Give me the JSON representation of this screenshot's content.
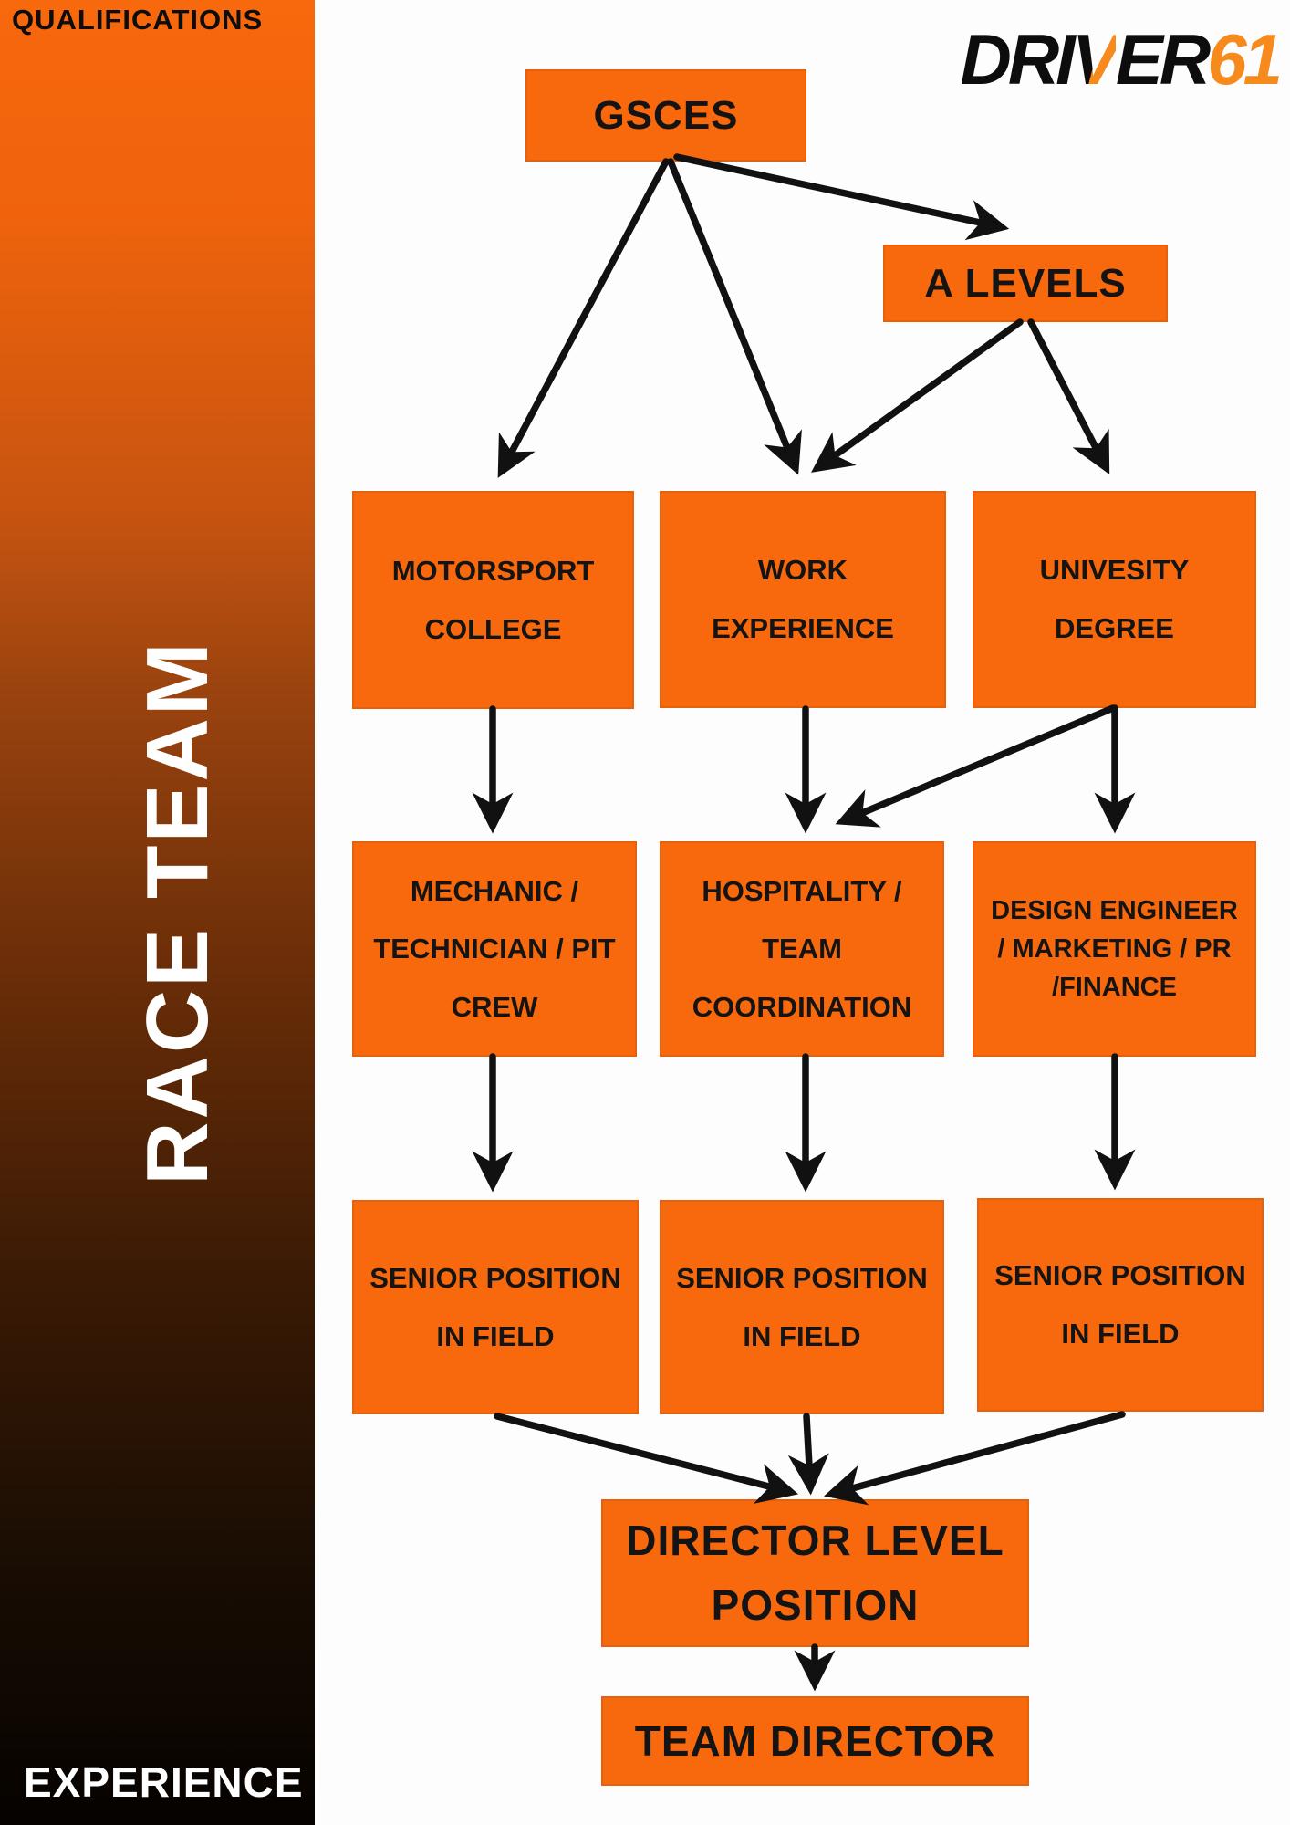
{
  "sidebar": {
    "qualifications_label": "QUALIFICATIONS",
    "vertical_label": "RACE TEAM",
    "experience_label": "EXPERIENCE"
  },
  "logo": {
    "part_dri": "DRI",
    "part_v": "V",
    "part_er": "ER",
    "part_61": "61"
  },
  "colors": {
    "box_orange": "#f8690d",
    "logo_orange": "#f68a1c",
    "arrow_black": "#111111",
    "sidebar_gradient_top": "#f8680d",
    "sidebar_gradient_bottom": "#060200",
    "node_text": "#141414",
    "sidebar_text_white": "#ffffff"
  },
  "flowchart": {
    "nodes": {
      "gsces": {
        "label": "GSCES"
      },
      "a_levels": {
        "label": "A LEVELS"
      },
      "motorsport_college": {
        "label": "MOTORSPORT COLLEGE"
      },
      "work_experience": {
        "label": "WORK EXPERIENCE"
      },
      "univesity_degree": {
        "label": "UNIVESITY DEGREE"
      },
      "mechanic": {
        "label": "MECHANIC / TECHNICIAN / PIT CREW"
      },
      "hospitality": {
        "label": "HOSPITALITY / TEAM COORDINATION"
      },
      "design": {
        "label": "DESIGN ENGINEER / MARKETING / PR /FINANCE"
      },
      "senior_1": {
        "label": "SENIOR POSITION IN FIELD"
      },
      "senior_2": {
        "label": "SENIOR POSITION IN FIELD"
      },
      "senior_3": {
        "label": "SENIOR POSITION IN FIELD"
      },
      "director_level": {
        "label": "DIRECTOR LEVEL POSITION"
      },
      "team_director": {
        "label": "TEAM DIRECTOR"
      }
    },
    "edges": [
      {
        "from": "gsces",
        "to": "motorsport_college"
      },
      {
        "from": "gsces",
        "to": "work_experience"
      },
      {
        "from": "gsces",
        "to": "a_levels"
      },
      {
        "from": "a_levels",
        "to": "work_experience"
      },
      {
        "from": "a_levels",
        "to": "univesity_degree"
      },
      {
        "from": "motorsport_college",
        "to": "mechanic"
      },
      {
        "from": "work_experience",
        "to": "hospitality"
      },
      {
        "from": "univesity_degree",
        "to": "hospitality"
      },
      {
        "from": "univesity_degree",
        "to": "design"
      },
      {
        "from": "mechanic",
        "to": "senior_1"
      },
      {
        "from": "hospitality",
        "to": "senior_2"
      },
      {
        "from": "design",
        "to": "senior_3"
      },
      {
        "from": "senior_1",
        "to": "director_level"
      },
      {
        "from": "senior_2",
        "to": "director_level"
      },
      {
        "from": "senior_3",
        "to": "director_level"
      },
      {
        "from": "director_level",
        "to": "team_director"
      }
    ]
  }
}
